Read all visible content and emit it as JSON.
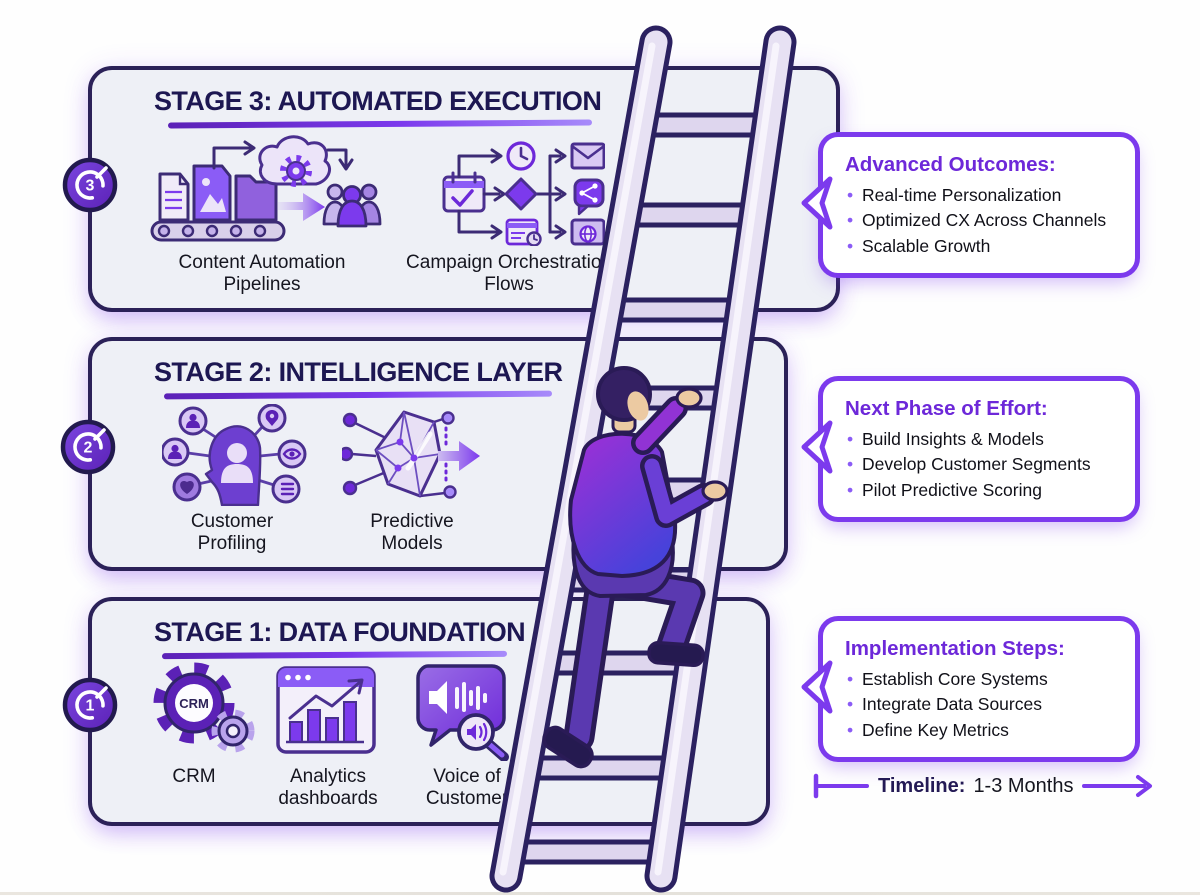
{
  "stages": [
    {
      "badge": "3",
      "title": "STAGE 3: AUTOMATED EXECUTION",
      "items": [
        {
          "icon": "content-automation-pipelines-icon",
          "label": "Content Automation Pipelines"
        },
        {
          "icon": "campaign-orchestration-flows-icon",
          "label": "Campaign Orchestration Flows"
        }
      ]
    },
    {
      "badge": "2",
      "title": "STAGE 2: INTELLIGENCE LAYER",
      "items": [
        {
          "icon": "customer-profiling-icon",
          "label": "Customer Profiling"
        },
        {
          "icon": "predictive-models-icon",
          "label": "Predictive Models"
        }
      ]
    },
    {
      "badge": "1",
      "title": "STAGE 1: DATA FOUNDATION",
      "items": [
        {
          "icon": "crm-gears-icon",
          "label": "CRM",
          "icon_text": "CRM"
        },
        {
          "icon": "analytics-dashboard-icon",
          "label": "Analytics dashboards"
        },
        {
          "icon": "voice-of-customer-icon",
          "label": "Voice of Customer"
        }
      ]
    }
  ],
  "callouts": [
    {
      "title": "Advanced Outcomes:",
      "bullets": [
        "Real-time Personalization",
        "Optimized CX Across Channels",
        "Scalable Growth"
      ]
    },
    {
      "title": "Next Phase of Effort:",
      "bullets": [
        "Build Insights & Models",
        "Develop Customer Segments",
        "Pilot Predictive Scoring"
      ]
    },
    {
      "title": "Implementation Steps:",
      "bullets": [
        "Establish Core Systems",
        "Integrate Data Sources",
        "Define Key Metrics"
      ]
    }
  ],
  "timeline": {
    "label": "Timeline:",
    "value": "1-3 Months"
  },
  "colors": {
    "accent": "#7c3aed",
    "deep_purple": "#5b21b6",
    "panel_border": "#2b2158",
    "title_navy": "#1d1752",
    "text_dark": "#15151f"
  }
}
